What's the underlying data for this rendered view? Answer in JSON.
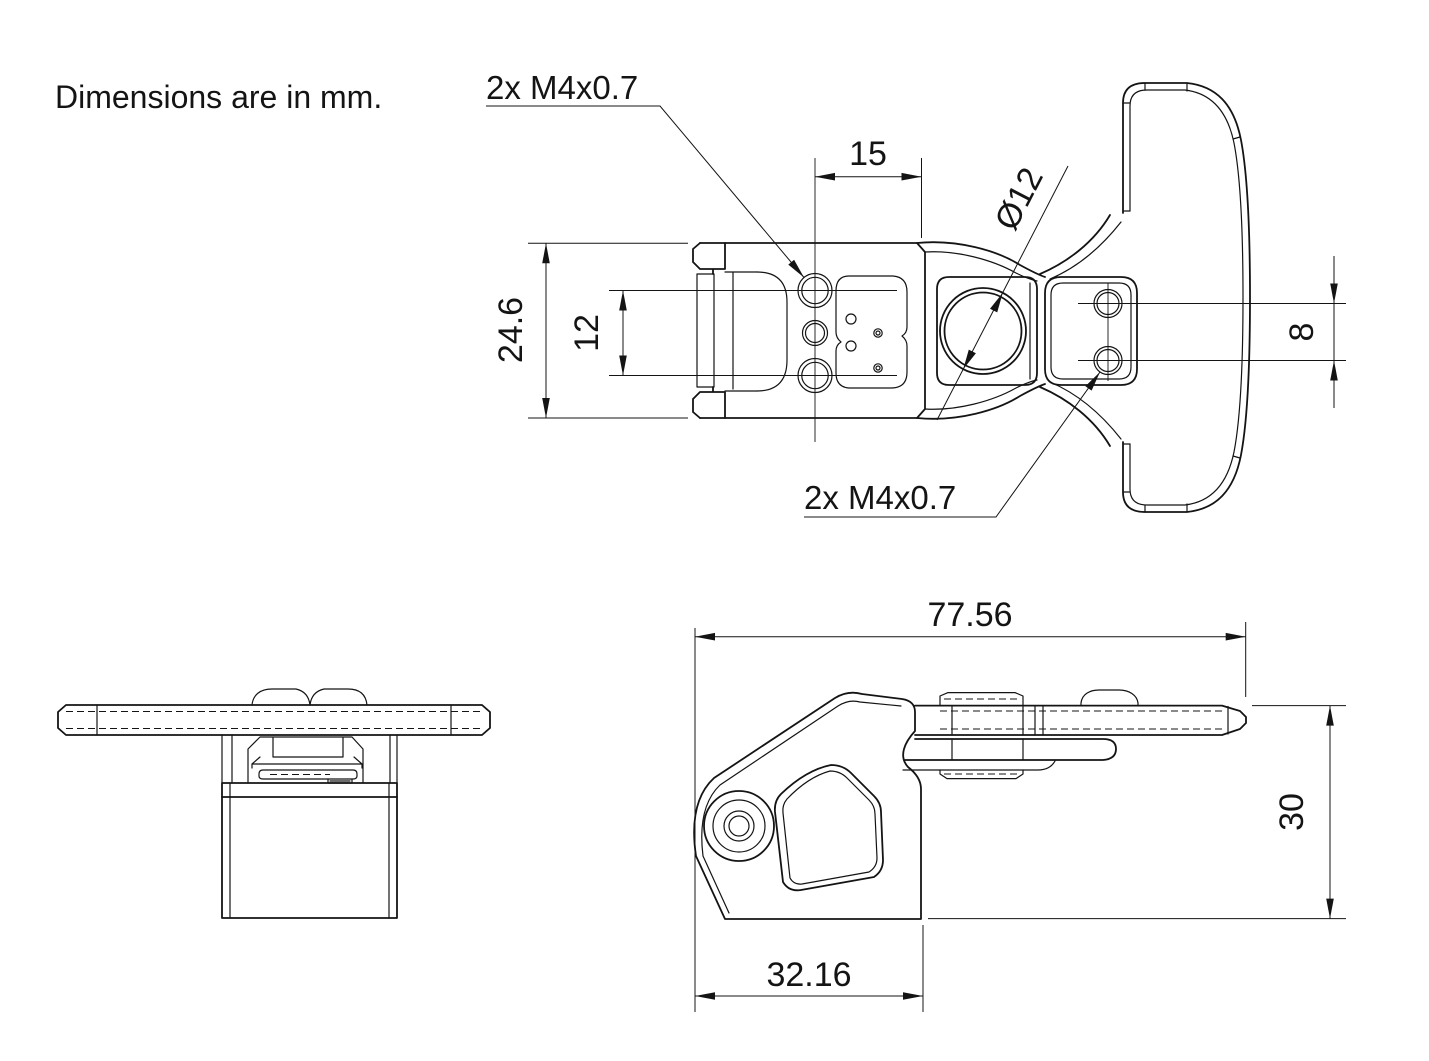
{
  "note": "Dimensions are in mm.",
  "colors": {
    "line": "#141414",
    "background": "#ffffff"
  },
  "top_view": {
    "thread_callout_top": "2x M4x0.7",
    "thread_callout_bottom": "2x M4x0.7",
    "hole_offset": "15",
    "body_width": "24.6",
    "hole_spacing": "12",
    "shaft_diameter": "Ø12",
    "bracket_hole_spacing": "8"
  },
  "side_view": {
    "overall_length": "77.56",
    "overall_height": "30",
    "base_length": "32.16"
  }
}
